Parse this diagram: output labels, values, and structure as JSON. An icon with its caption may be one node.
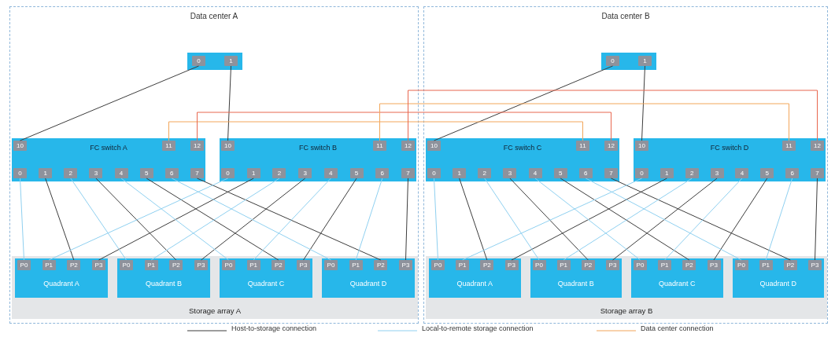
{
  "diagram": {
    "nodes": [
      {
        "text": [
          "Data center A"
        ]
      },
      {
        "text": [],
        "shape": "box",
        "in": 0
      },
      {
        "text": [
          "0"
        ],
        "in": 1
      },
      {
        "text": [
          "1"
        ],
        "in": 1
      },
      {
        "text": [
          "FC switch A"
        ],
        "in": 0
      },
      {
        "text": [
          "10"
        ],
        "in": 4
      },
      {
        "text": [
          "11"
        ],
        "in": 4
      },
      {
        "text": [
          "12"
        ],
        "in": 4
      },
      {
        "text": [
          "0"
        ],
        "in": 4
      },
      {
        "text": [
          "1"
        ],
        "in": 4
      },
      {
        "text": [
          "2"
        ],
        "in": 4
      },
      {
        "text": [
          "3"
        ],
        "in": 4
      },
      {
        "text": [
          "4"
        ],
        "in": 4
      },
      {
        "text": [
          "5"
        ],
        "in": 4
      },
      {
        "text": [
          "6"
        ],
        "in": 4
      },
      {
        "text": [
          "7"
        ],
        "in": 4
      },
      {
        "text": [
          "FC switch B"
        ],
        "in": 0
      },
      {
        "text": [
          "10"
        ],
        "in": 16
      },
      {
        "text": [
          "11"
        ],
        "in": 16
      },
      {
        "text": [
          "12"
        ],
        "in": 16
      },
      {
        "text": [
          "0"
        ],
        "in": 16
      },
      {
        "text": [
          "1"
        ],
        "in": 16
      },
      {
        "text": [
          "2"
        ],
        "in": 16
      },
      {
        "text": [
          "3"
        ],
        "in": 16
      },
      {
        "text": [
          "4"
        ],
        "in": 16
      },
      {
        "text": [
          "5"
        ],
        "in": 16
      },
      {
        "text": [
          "6"
        ],
        "in": 16
      },
      {
        "text": [
          "7"
        ],
        "in": 16
      },
      {
        "text": [
          "Storage array A"
        ],
        "in": 0
      },
      {
        "text": [
          "Quadrant A"
        ],
        "in": 28
      },
      {
        "text": [
          "P0"
        ],
        "in": 29
      },
      {
        "text": [
          "P1"
        ],
        "in": 29
      },
      {
        "text": [
          "P2"
        ],
        "in": 29
      },
      {
        "text": [
          "P3"
        ],
        "in": 29
      },
      {
        "text": [
          "Quadrant B"
        ],
        "in": 28
      },
      {
        "text": [
          "P0"
        ],
        "in": 34
      },
      {
        "text": [
          "P1"
        ],
        "in": 34
      },
      {
        "text": [
          "P2"
        ],
        "in": 34
      },
      {
        "text": [
          "P3"
        ],
        "in": 34
      },
      {
        "text": [
          "Quadrant C"
        ],
        "in": 28
      },
      {
        "text": [
          "P0"
        ],
        "in": 39
      },
      {
        "text": [
          "P1"
        ],
        "in": 39
      },
      {
        "text": [
          "P2"
        ],
        "in": 39
      },
      {
        "text": [
          "P3"
        ],
        "in": 39
      },
      {
        "text": [
          "Quadrant D"
        ],
        "in": 28
      },
      {
        "text": [
          "P0"
        ],
        "in": 44
      },
      {
        "text": [
          "P1"
        ],
        "in": 44
      },
      {
        "text": [
          "P2"
        ],
        "in": 44
      },
      {
        "text": [
          "P3"
        ],
        "in": 44
      },
      {
        "text": [
          "Data center B"
        ]
      },
      {
        "text": [],
        "shape": "box",
        "in": 49
      },
      {
        "text": [
          "0"
        ],
        "in": 50
      },
      {
        "text": [
          "1"
        ],
        "in": 50
      },
      {
        "text": [
          "FC switch C"
        ],
        "in": 49
      },
      {
        "text": [
          "10"
        ],
        "in": 53
      },
      {
        "text": [
          "11"
        ],
        "in": 53
      },
      {
        "text": [
          "12"
        ],
        "in": 53
      },
      {
        "text": [
          "0"
        ],
        "in": 53
      },
      {
        "text": [
          "1"
        ],
        "in": 53
      },
      {
        "text": [
          "2"
        ],
        "in": 53
      },
      {
        "text": [
          "3"
        ],
        "in": 53
      },
      {
        "text": [
          "4"
        ],
        "in": 53
      },
      {
        "text": [
          "5"
        ],
        "in": 53
      },
      {
        "text": [
          "6"
        ],
        "in": 53
      },
      {
        "text": [
          "7"
        ],
        "in": 53
      },
      {
        "text": [
          "FC switch D"
        ],
        "in": 49
      },
      {
        "text": [
          "10"
        ],
        "in": 65
      },
      {
        "text": [
          "11"
        ],
        "in": 65
      },
      {
        "text": [
          "12"
        ],
        "in": 65
      },
      {
        "text": [
          "0"
        ],
        "in": 65
      },
      {
        "text": [
          "1"
        ],
        "in": 65
      },
      {
        "text": [
          "2"
        ],
        "in": 65
      },
      {
        "text": [
          "3"
        ],
        "in": 65
      },
      {
        "text": [
          "4"
        ],
        "in": 65
      },
      {
        "text": [
          "5"
        ],
        "in": 65
      },
      {
        "text": [
          "6"
        ],
        "in": 65
      },
      {
        "text": [
          "7"
        ],
        "in": 65
      },
      {
        "text": [
          "Storage array B"
        ],
        "in": 49
      },
      {
        "text": [
          "Quadrant A"
        ],
        "in": 77
      },
      {
        "text": [
          "P0"
        ],
        "in": 78
      },
      {
        "text": [
          "P1"
        ],
        "in": 78
      },
      {
        "text": [
          "P2"
        ],
        "in": 78
      },
      {
        "text": [
          "P3"
        ],
        "in": 78
      },
      {
        "text": [
          "Quadrant B"
        ],
        "in": 77
      },
      {
        "text": [
          "P0"
        ],
        "in": 83
      },
      {
        "text": [
          "P1"
        ],
        "in": 83
      },
      {
        "text": [
          "P2"
        ],
        "in": 83
      },
      {
        "text": [
          "P3"
        ],
        "in": 83
      },
      {
        "text": [
          "Quadrant C"
        ],
        "in": 77
      },
      {
        "text": [
          "P0"
        ],
        "in": 88
      },
      {
        "text": [
          "P1"
        ],
        "in": 88
      },
      {
        "text": [
          "P2"
        ],
        "in": 88
      },
      {
        "text": [
          "P3"
        ],
        "in": 88
      },
      {
        "text": [
          "Quadrant D"
        ],
        "in": 77
      },
      {
        "text": [
          "P0"
        ],
        "in": 93
      },
      {
        "text": [
          "P1"
        ],
        "in": 93
      },
      {
        "text": [
          "P2"
        ],
        "in": 93
      },
      {
        "text": [
          "P3"
        ],
        "in": 93
      }
    ],
    "edges": [
      {
        "from": 2,
        "to": 5,
        "arrow": "none"
      },
      {
        "from": 3,
        "to": 17,
        "arrow": "none"
      },
      {
        "from": 9,
        "to": 32,
        "arrow": "none"
      },
      {
        "from": 11,
        "to": 37,
        "arrow": "none"
      },
      {
        "from": 13,
        "to": 42,
        "arrow": "none"
      },
      {
        "from": 15,
        "to": 47,
        "arrow": "none"
      },
      {
        "from": 21,
        "to": 33,
        "arrow": "none"
      },
      {
        "from": 23,
        "to": 38,
        "arrow": "none"
      },
      {
        "from": 25,
        "to": 43,
        "arrow": "none"
      },
      {
        "from": 27,
        "to": 48,
        "arrow": "none"
      },
      {
        "from": 8,
        "to": 30,
        "arrow": "none",
        "color": "#8fd0f0"
      },
      {
        "from": 10,
        "to": 35,
        "arrow": "none",
        "color": "#8fd0f0"
      },
      {
        "from": 12,
        "to": 40,
        "arrow": "none",
        "color": "#8fd0f0"
      },
      {
        "from": 14,
        "to": 45,
        "arrow": "none",
        "color": "#8fd0f0"
      },
      {
        "from": 20,
        "to": 31,
        "arrow": "none",
        "color": "#8fd0f0"
      },
      {
        "from": 22,
        "to": 36,
        "arrow": "none",
        "color": "#8fd0f0"
      },
      {
        "from": 24,
        "to": 41,
        "arrow": "none",
        "color": "#8fd0f0"
      },
      {
        "from": 26,
        "to": 46,
        "arrow": "none",
        "color": "#8fd0f0"
      },
      {
        "from": 51,
        "to": 54,
        "arrow": "none"
      },
      {
        "from": 52,
        "to": 66,
        "arrow": "none"
      },
      {
        "from": 58,
        "to": 81,
        "arrow": "none"
      },
      {
        "from": 60,
        "to": 86,
        "arrow": "none"
      },
      {
        "from": 62,
        "to": 91,
        "arrow": "none"
      },
      {
        "from": 64,
        "to": 96,
        "arrow": "none"
      },
      {
        "from": 70,
        "to": 82,
        "arrow": "none"
      },
      {
        "from": 72,
        "to": 87,
        "arrow": "none"
      },
      {
        "from": 74,
        "to": 92,
        "arrow": "none"
      },
      {
        "from": 76,
        "to": 97,
        "arrow": "none"
      },
      {
        "from": 57,
        "to": 79,
        "arrow": "none",
        "color": "#8fd0f0"
      },
      {
        "from": 59,
        "to": 84,
        "arrow": "none",
        "color": "#8fd0f0"
      },
      {
        "from": 61,
        "to": 89,
        "arrow": "none",
        "color": "#8fd0f0"
      },
      {
        "from": 63,
        "to": 94,
        "arrow": "none",
        "color": "#8fd0f0"
      },
      {
        "from": 69,
        "to": 80,
        "arrow": "none",
        "color": "#8fd0f0"
      },
      {
        "from": 71,
        "to": 85,
        "arrow": "none",
        "color": "#8fd0f0"
      },
      {
        "from": 73,
        "to": 90,
        "arrow": "none",
        "color": "#8fd0f0"
      },
      {
        "from": 75,
        "to": 95,
        "arrow": "none",
        "color": "#8fd0f0"
      },
      {
        "from": 6,
        "to": 55,
        "arrow": "none",
        "color": "#f2a65a"
      },
      {
        "from": 7,
        "to": 56,
        "arrow": "none",
        "color": "#e8674f"
      },
      {
        "from": 18,
        "to": 67,
        "arrow": "none",
        "color": "#f2a65a"
      },
      {
        "from": 19,
        "to": 68,
        "arrow": "none",
        "color": "#e8674f"
      }
    ],
    "legend": [
      {
        "text": "Host-to-storage connection"
      },
      {
        "text": "Local-to-remote storage connection"
      },
      {
        "text": "Data center connection"
      }
    ]
  }
}
